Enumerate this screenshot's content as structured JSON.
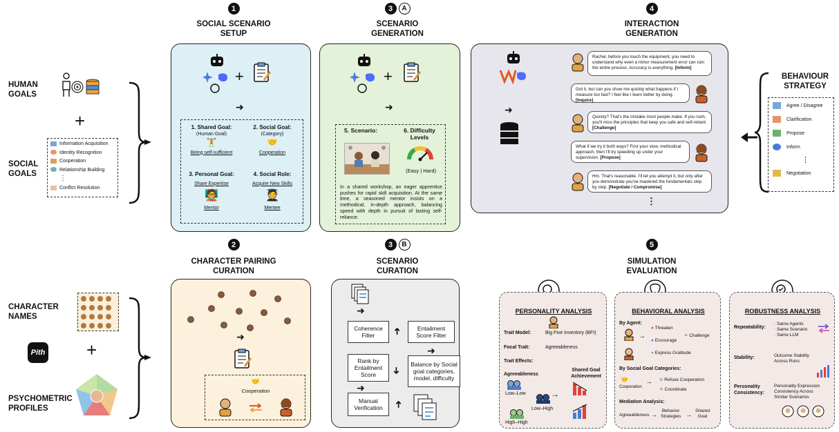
{
  "left": {
    "human_goals": "HUMAN\nGOALS",
    "social_goals": "SOCIAL\nGOALS",
    "plus": "+",
    "goal_list": [
      "Information Acquisition",
      "Identity Recognition",
      "Cooperation",
      "Relationship Building",
      "⋮",
      "Conflict Resolution"
    ],
    "character_names": "CHARACTER\nNAMES",
    "psychometric_profiles": "PSYCHOMETRIC\nPROFILES",
    "pith_logo": "Pith"
  },
  "step1": {
    "num": "1",
    "title": "SOCIAL SCENARIO\nSETUP",
    "shared_goal": "1. Shared Goal:",
    "shared_goal_sub": "(Human Goal)",
    "shared_goal_val": "Being self-sufficient",
    "social_goal": "2. Social Goal:",
    "social_goal_sub": "(Category)",
    "social_goal_val": "Cooperation",
    "personal_goal": "3. Personal Goal:",
    "personal_goal_val": "Share Expertise",
    "social_role": "4. Social Role:",
    "social_role_val": "Acquire New Skills",
    "mentor": "Mentor",
    "mentee": "Mentee"
  },
  "step3a": {
    "num": "3",
    "letter": "A",
    "title": "SCENARIO\nGENERATION",
    "scenario": "5. Scenario:",
    "difficulty": "6. Difficulty\nLevels",
    "easy_hard": "(Easy | Hard)",
    "text": "In a shared workshop, an eager apprentice pushes for rapid skill acquisition. At the same time, a seasoned mentor insists on a methodical, in-depth approach, balancing speed with depth in pursuit of lasting self-reliance."
  },
  "step4": {
    "num": "4",
    "title": "INTERACTION\nGENERATION",
    "bubbles": [
      {
        "text": "Rachel, before you touch the equipment, you need to understand why even a minor measurement error can ruin the entire process. Accuracy is everything. ",
        "tag": "[Inform]"
      },
      {
        "text": "Got it, but can you show me quickly what happens if I measure too fast? I feel like I learn better by doing. ",
        "tag": "[Inquire]"
      },
      {
        "text": "Quickly? That's the mistake most people make. If you rush, you'll miss the principles that keep you safe and self-reliant. ",
        "tag": "[Challenge]"
      },
      {
        "text": "What if we try it both ways? First your slow, methodical approach, then I'll try speeding up under your supervision. ",
        "tag": "[Propose]"
      },
      {
        "text": "Hm. That's reasonable. I'll let you attempt it, but only after you demonstrate you've mastered the fundamentals step by step. ",
        "tag": "[Negotiate / Compromise]"
      }
    ],
    "more": "⋮"
  },
  "behaviour": {
    "title": "BEHAVIOUR\nSTRATEGY",
    "items": [
      "Agree / Disagree",
      "Clarification",
      "Propose",
      "Inform",
      "⋮",
      "Negotiation"
    ]
  },
  "step2": {
    "num": "2",
    "title": "CHARACTER PAIRING\nCURATION",
    "cooperation": "Cooperation"
  },
  "step3b": {
    "num": "3",
    "letter": "B",
    "title": "SCENARIO\nCURATION",
    "coherence": "Coherence\nFilter",
    "entailment": "Entailment\nScore Filter",
    "balance": "Balance by Social\ngoal categories,\nmodel, difficulty",
    "rank": "Rank by\nEntailment\nScore",
    "manual": "Manual\nVerification"
  },
  "step5": {
    "num": "5",
    "title": "SIMULATION\nEVALUATION",
    "personality": {
      "title": "PERSONALITY ANALYSIS",
      "trait_model": "Trait Model:",
      "trait_model_val": "Big Five Inventory (BFI)",
      "focal_trait": "Focal Trait:",
      "focal_trait_val": "Agreeableness",
      "trait_effects": "Trait Effects:",
      "agreeableness": "Agreeableness",
      "shared_goal_ach": "Shared Goal\nAchievement",
      "low_low": "Low–Low",
      "low_high": "Low–High",
      "high_high": "High–High"
    },
    "behavioral": {
      "title": "BEHAVIORAL ANALYSIS",
      "by_agent": "By Agent:",
      "threaten": "Threaten",
      "encourage": "Encourage",
      "challenge": "Challenge",
      "gratitude": "Express Gratitude",
      "by_social": "By Social Goal Categories:",
      "cooperation": "Cooperation",
      "refuse": "Refuse Cooperation",
      "coordinate": "Coordinate",
      "mediation": "Mediation Analysis:",
      "med_agree": "Agreeableness",
      "med_behavior": "Behavior\nStrategies",
      "med_shared": "Shared\nGoal"
    },
    "robustness": {
      "title": "ROBUSTNESS ANALYSIS",
      "repeatability": "Repeatability:",
      "rep_items": [
        "· Same Agents",
        "· Same Scenario",
        "· Same LLM"
      ],
      "stability": "Stability:",
      "stability_val": "Outcome Stability\nAcross Runs",
      "consistency": "Personality\nConsistency:",
      "consistency_val": "Personality Expression\nConsistency Across\nSimilar Scenarios"
    }
  },
  "colors": {
    "setup_bg": "#dcf0f5",
    "generation_bg": "#e3f2d9",
    "interaction_bg": "#e6e6ec",
    "pairing_bg": "#fbf1dc",
    "curation_bg": "#ececec",
    "eval_bg": "#f3e9e6"
  }
}
